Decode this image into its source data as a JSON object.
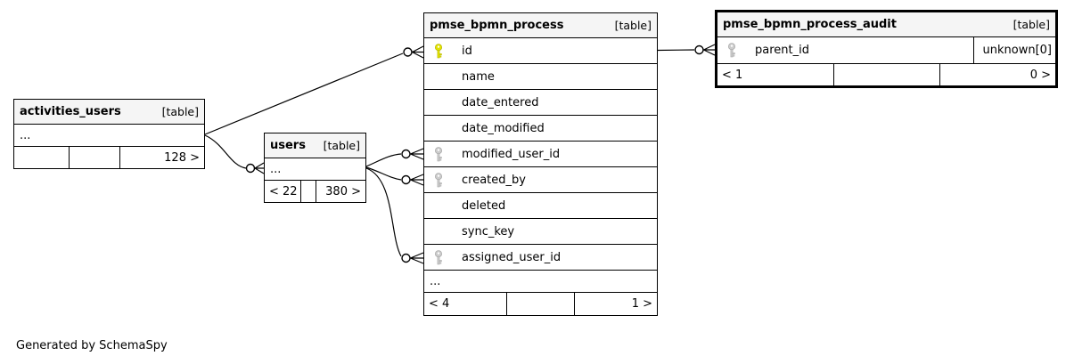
{
  "diagram": {
    "generated_note": "Generated by SchemaSpy",
    "colors": {
      "header_bg": "#f5f5f5",
      "border": "#000000",
      "pk_key": "#e4e400",
      "pk_key_stroke": "#b8b800",
      "fk_key": "#cccccc",
      "fk_key_stroke": "#aaaaaa"
    },
    "tables": [
      {
        "name": "activities_users",
        "badge": "[table]",
        "columns": [
          {
            "label": "...",
            "key": null
          }
        ],
        "stats": {
          "left": "",
          "mid": "",
          "right": "128 >"
        }
      },
      {
        "name": "users",
        "badge": "[table]",
        "columns": [
          {
            "label": "...",
            "key": null
          }
        ],
        "stats": {
          "left": "< 22",
          "mid": "",
          "right": "380 >"
        }
      },
      {
        "name": "pmse_bpmn_process",
        "badge": "[table]",
        "columns": [
          {
            "label": "id",
            "key": "primary"
          },
          {
            "label": "name",
            "key": null
          },
          {
            "label": "date_entered",
            "key": null
          },
          {
            "label": "date_modified",
            "key": null
          },
          {
            "label": "modified_user_id",
            "key": "foreign"
          },
          {
            "label": "created_by",
            "key": "foreign"
          },
          {
            "label": "deleted",
            "key": null
          },
          {
            "label": "sync_key",
            "key": null
          },
          {
            "label": "assigned_user_id",
            "key": "foreign"
          },
          {
            "label": "...",
            "key": null
          }
        ],
        "stats": {
          "left": "< 4",
          "mid": "",
          "right": "1 >"
        }
      },
      {
        "name": "pmse_bpmn_process_audit",
        "badge": "[table]",
        "columns": [
          {
            "label": "parent_id",
            "key": "foreign",
            "note": "unknown[0]"
          }
        ],
        "stats": {
          "left": "< 1",
          "mid": "",
          "right": "0 >"
        }
      }
    ]
  }
}
